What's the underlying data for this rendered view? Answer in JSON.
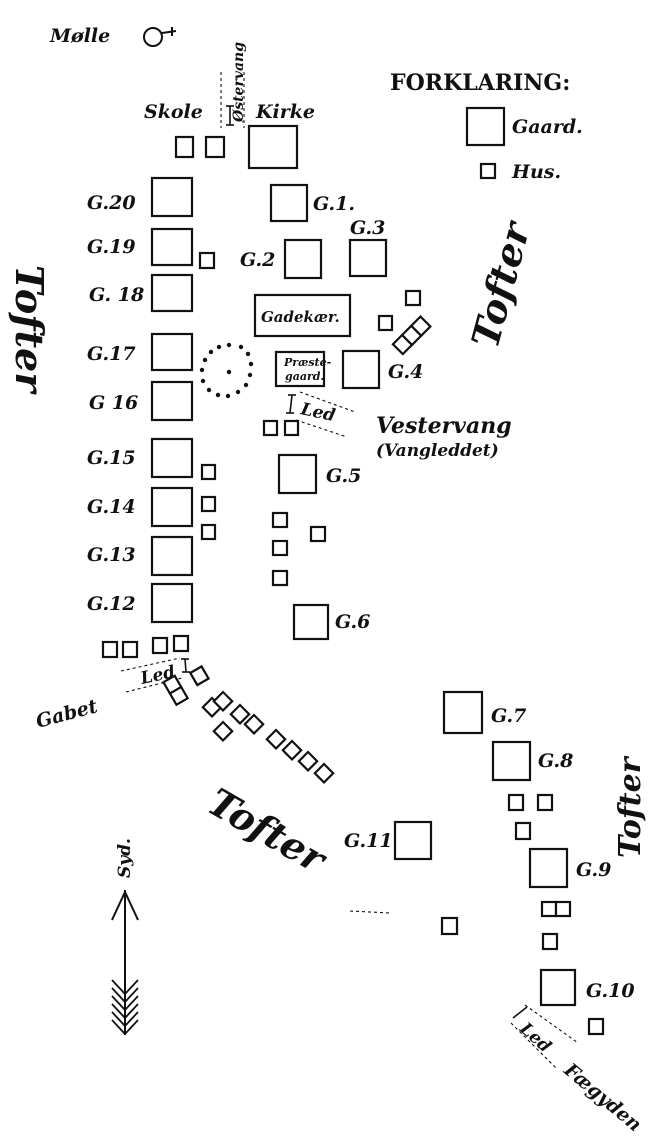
{
  "legend": {
    "title": "FORKLARING:",
    "gaard_label": "Gaard.",
    "hus_label": "Hus."
  },
  "places": {
    "molle": "Mølle",
    "skole": "Skole",
    "kirke": "Kirke",
    "ostervang": "Østervang",
    "gadekaer": "Gadekær.",
    "praestegaard_line1": "Præste-",
    "praestegaard_line2": "gaard.",
    "vestervang_line1": "Vestervang",
    "vestervang_line2": "(Vangleddet)",
    "gabet": "Gabet",
    "led_1": "Led",
    "led_2": "Led",
    "led_3": "Led",
    "faegyden": "Fægyden"
  },
  "farms": {
    "g1": "G.1.",
    "g2": "G.2",
    "g3": "G.3",
    "g4": "G.4",
    "g5": "G.5",
    "g6": "G.6",
    "g7": "G.7",
    "g8": "G.8",
    "g9": "G.9",
    "g10": "G.10",
    "g11": "G.11",
    "g12": "G.12",
    "g13": "G.13",
    "g14": "G.14",
    "g15": "G.15",
    "g16": "G 16",
    "g17": "G.17",
    "g18": "G. 18",
    "g19": "G.19",
    "g20": "G.20"
  },
  "tofter": {
    "left": "Tofter",
    "right_top": "Tofter",
    "center": "Tofter",
    "right_bottom": "Tofter"
  },
  "compass": {
    "label": "Syd."
  }
}
